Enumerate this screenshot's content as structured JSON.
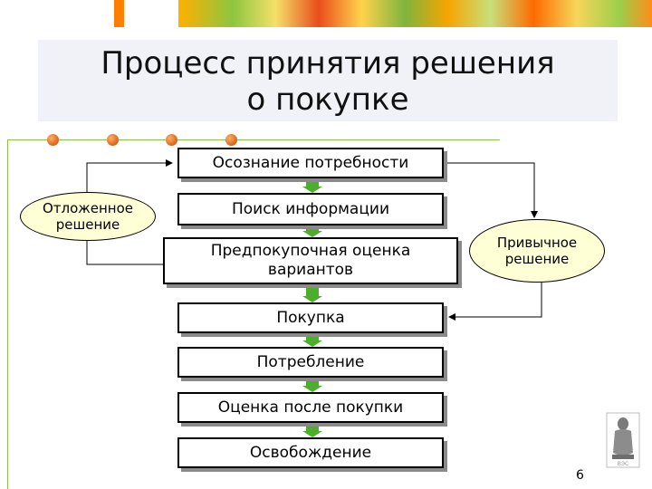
{
  "slide": {
    "title_line1": "Процесс принятия решения",
    "title_line2": "о покупке",
    "page_number": "6"
  },
  "steps": [
    "Осознание потребности",
    "Поиск  информации",
    "Предпокупочная оценка\nвариантов",
    "Покупка",
    "Потребление",
    "Оценка после покупки",
    "Освобождение"
  ],
  "side": {
    "postponed": "Отложенное\nрешение",
    "habitual": "Привычное\nрешение"
  },
  "colors": {
    "arrow_green": "#4caf2a",
    "ellipse_fill": "#ffffd6",
    "accent_dot": "#e06a1a",
    "rule_green": "#88c24a"
  }
}
